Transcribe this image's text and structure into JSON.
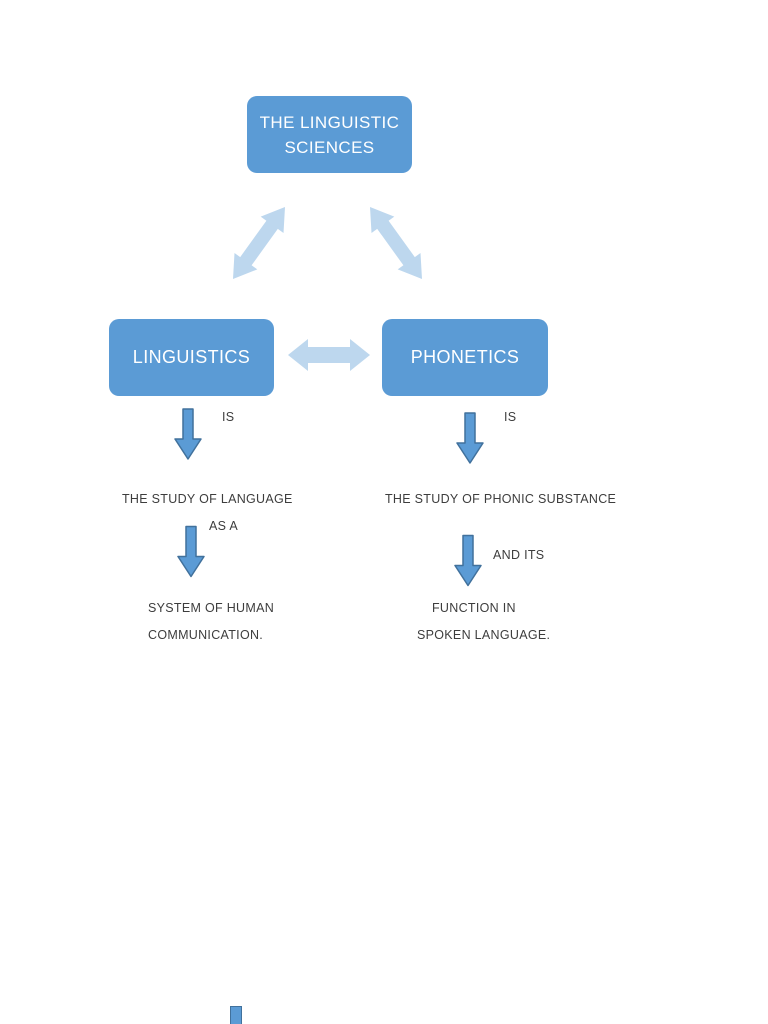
{
  "document": {
    "background": "#ffffff",
    "diagram": {
      "root": {
        "label": "THE LINGUISTIC SCIENCES"
      },
      "branches": {
        "left": {
          "box_label": "LINGUISTICS",
          "arrow1_label": "IS",
          "text1": "THE STUDY OF LANGUAGE",
          "arrow2_label": "AS A",
          "text2": "SYSTEM OF HUMAN",
          "text3": "COMMUNICATION."
        },
        "right": {
          "box_label": "PHONETICS",
          "arrow1_label": "IS",
          "text1": "THE STUDY OF PHONIC SUBSTANCE",
          "arrow2_label": "AND ITS",
          "text2": "FUNCTION IN",
          "text3": "SPOKEN LANGUAGE."
        }
      },
      "icons": {
        "diagonal_left": "double-arrow-diagonal-icon",
        "diagonal_right": "double-arrow-diagonal-icon",
        "horizontal": "double-arrow-horizontal-icon",
        "down": "down-arrow-icon"
      },
      "colors": {
        "node_fill": "#5b9bd5",
        "node_text": "#ffffff",
        "connector_light": "#bdd7ee",
        "connector_solid_fill": "#5b9bd5",
        "connector_solid_border": "#41719c",
        "body_text": "#3d3d3d"
      }
    }
  }
}
